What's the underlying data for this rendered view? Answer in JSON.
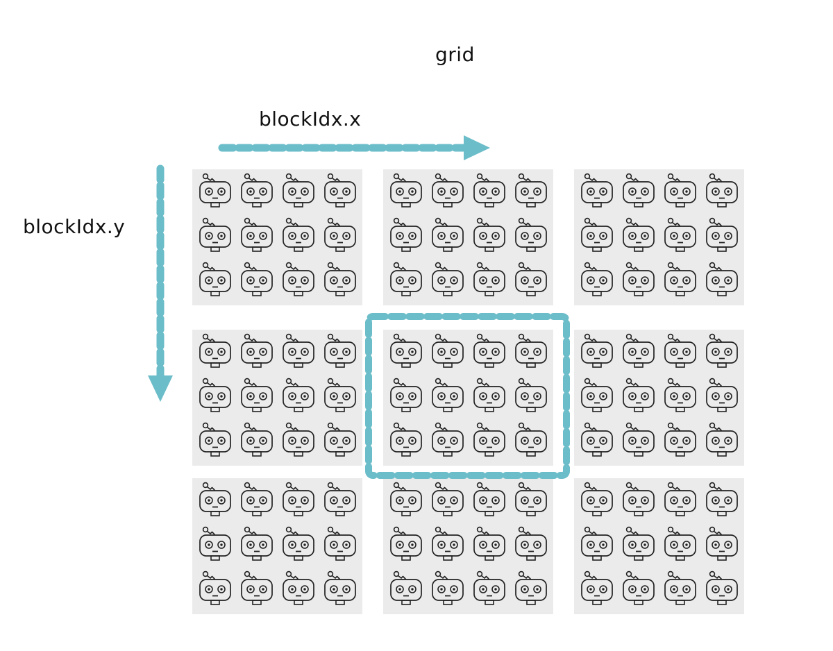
{
  "title": "grid",
  "axis_x_label": "blockIdx.x",
  "axis_y_label": "blockIdx.y",
  "grid": {
    "block_rows": 3,
    "block_cols": 3,
    "threads_per_block_rows": 3,
    "threads_per_block_cols": 4
  },
  "highlighted_block": {
    "row": 1,
    "col": 1
  },
  "colors": {
    "accent": "#6bbdc9",
    "block_fill": "#ebebeb",
    "icon_stroke": "#222222",
    "background": "#ffffff"
  },
  "icons": {
    "thread": "robot-icon"
  }
}
